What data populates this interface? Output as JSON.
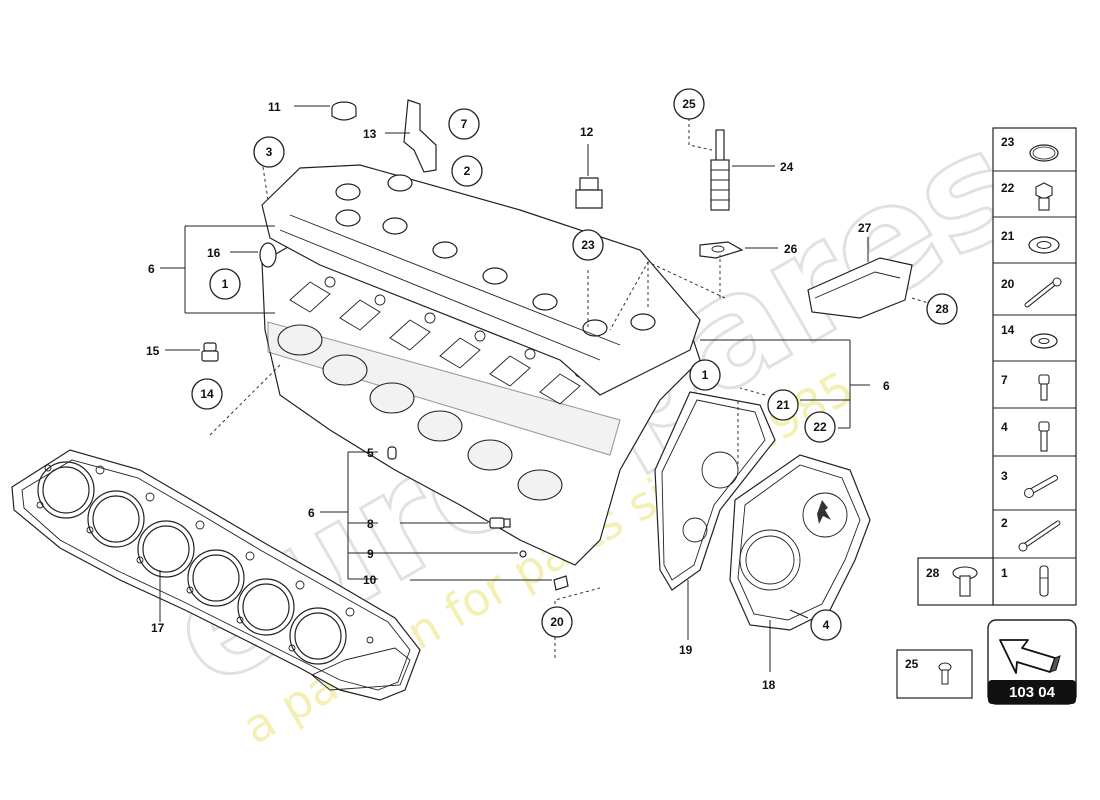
{
  "watermark": {
    "brand": "eurospares",
    "tagline": "a passion for parts since 1985"
  },
  "callouts": {
    "c3": "3",
    "c7": "7",
    "c2": "2",
    "c1a": "1",
    "c23": "23",
    "c25": "25",
    "c14": "14",
    "c1b": "1",
    "c21": "21",
    "c22": "22",
    "c28": "28",
    "c20": "20",
    "c4": "4"
  },
  "labels": {
    "l11": "11",
    "l13": "13",
    "l12": "12",
    "l24": "24",
    "l16": "16",
    "l6a": "6",
    "l26": "26",
    "l27": "27",
    "l15": "15",
    "l6b": "6",
    "l5": "5",
    "l6c": "6",
    "l8": "8",
    "l9": "9",
    "l10": "10",
    "l17": "17",
    "l19": "19",
    "l18": "18"
  },
  "legend": {
    "rows": [
      "23",
      "22",
      "21",
      "20",
      "14",
      "7",
      "4",
      "3",
      "2"
    ],
    "bottom_left": "28",
    "bottom_right": "1",
    "extra": "25",
    "page_ref": "103 04"
  },
  "colors": {
    "line": "#222222",
    "watermark_grey": "#dcdcdc",
    "watermark_yellow": "#f1eca0",
    "page_ref_bg": "#111111"
  }
}
